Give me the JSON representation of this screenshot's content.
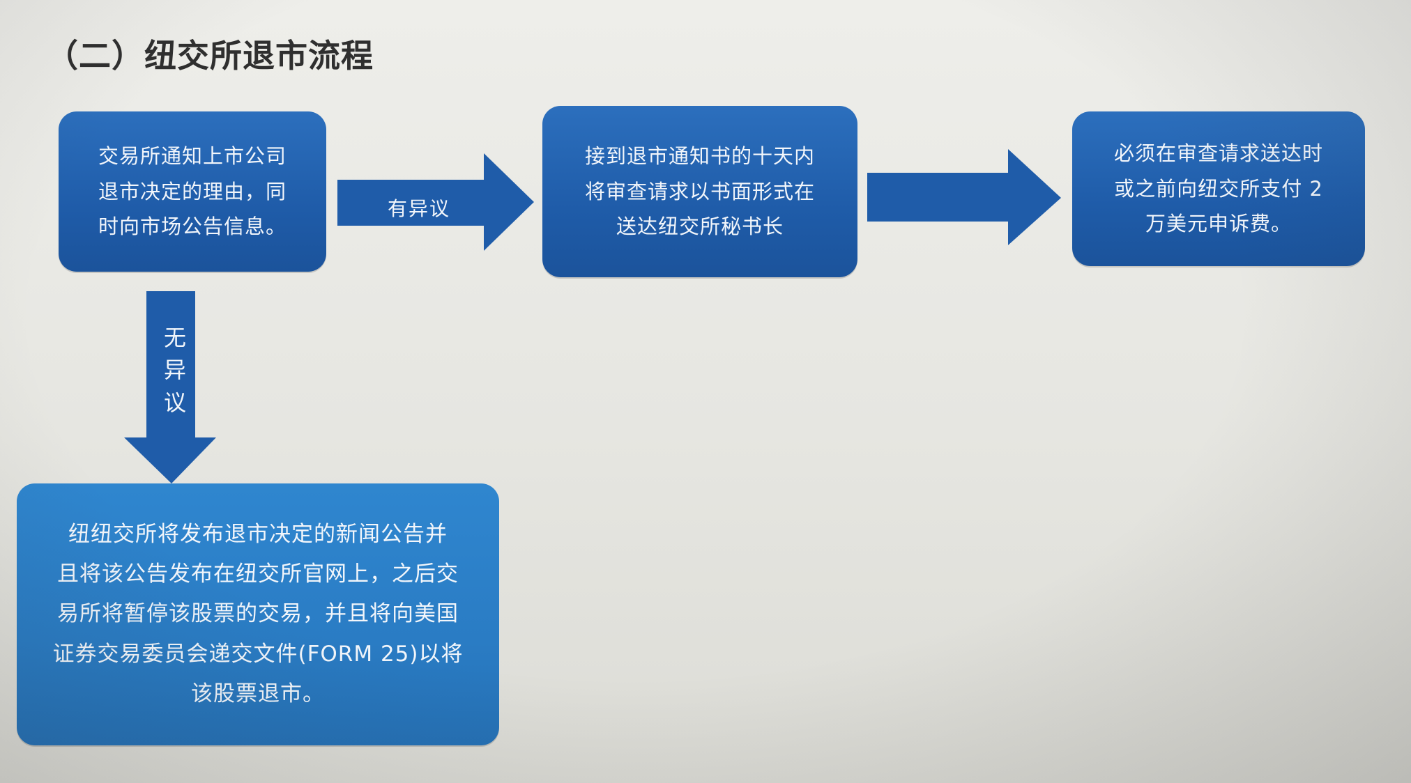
{
  "title": "（二）纽交所退市流程",
  "colors": {
    "box_dark": "#1f5ca9",
    "box_light": "#2a7cc4",
    "arrow": "#1f5ca9",
    "text_on_box": "#f2f6fb"
  },
  "nodes": {
    "notice": {
      "lines": [
        "交易所通知上市公司",
        "退市决定的理由，同",
        "时向市场公告信息。"
      ]
    },
    "review_request": {
      "lines": [
        "接到退市通知书的十天内",
        "将审查请求以书面形式在",
        "送达纽交所秘书长"
      ]
    },
    "appeal_fee": {
      "lines": [
        "必须在审查请求送达时",
        "或之前向纽交所支付 2",
        "万美元申诉费。"
      ]
    },
    "delisting": {
      "lines": [
        "纽纽交所将发布退市决定的新闻公告并",
        "且将该公告发布在纽交所官网上，之后交",
        "易所将暂停该股票的交易，并且将向美国",
        "证券交易委员会递交文件(FORM 25)以将",
        "该股票退市。"
      ]
    }
  },
  "edges": {
    "objection": "有异议",
    "no_objection": [
      "无",
      "异",
      "议"
    ]
  }
}
